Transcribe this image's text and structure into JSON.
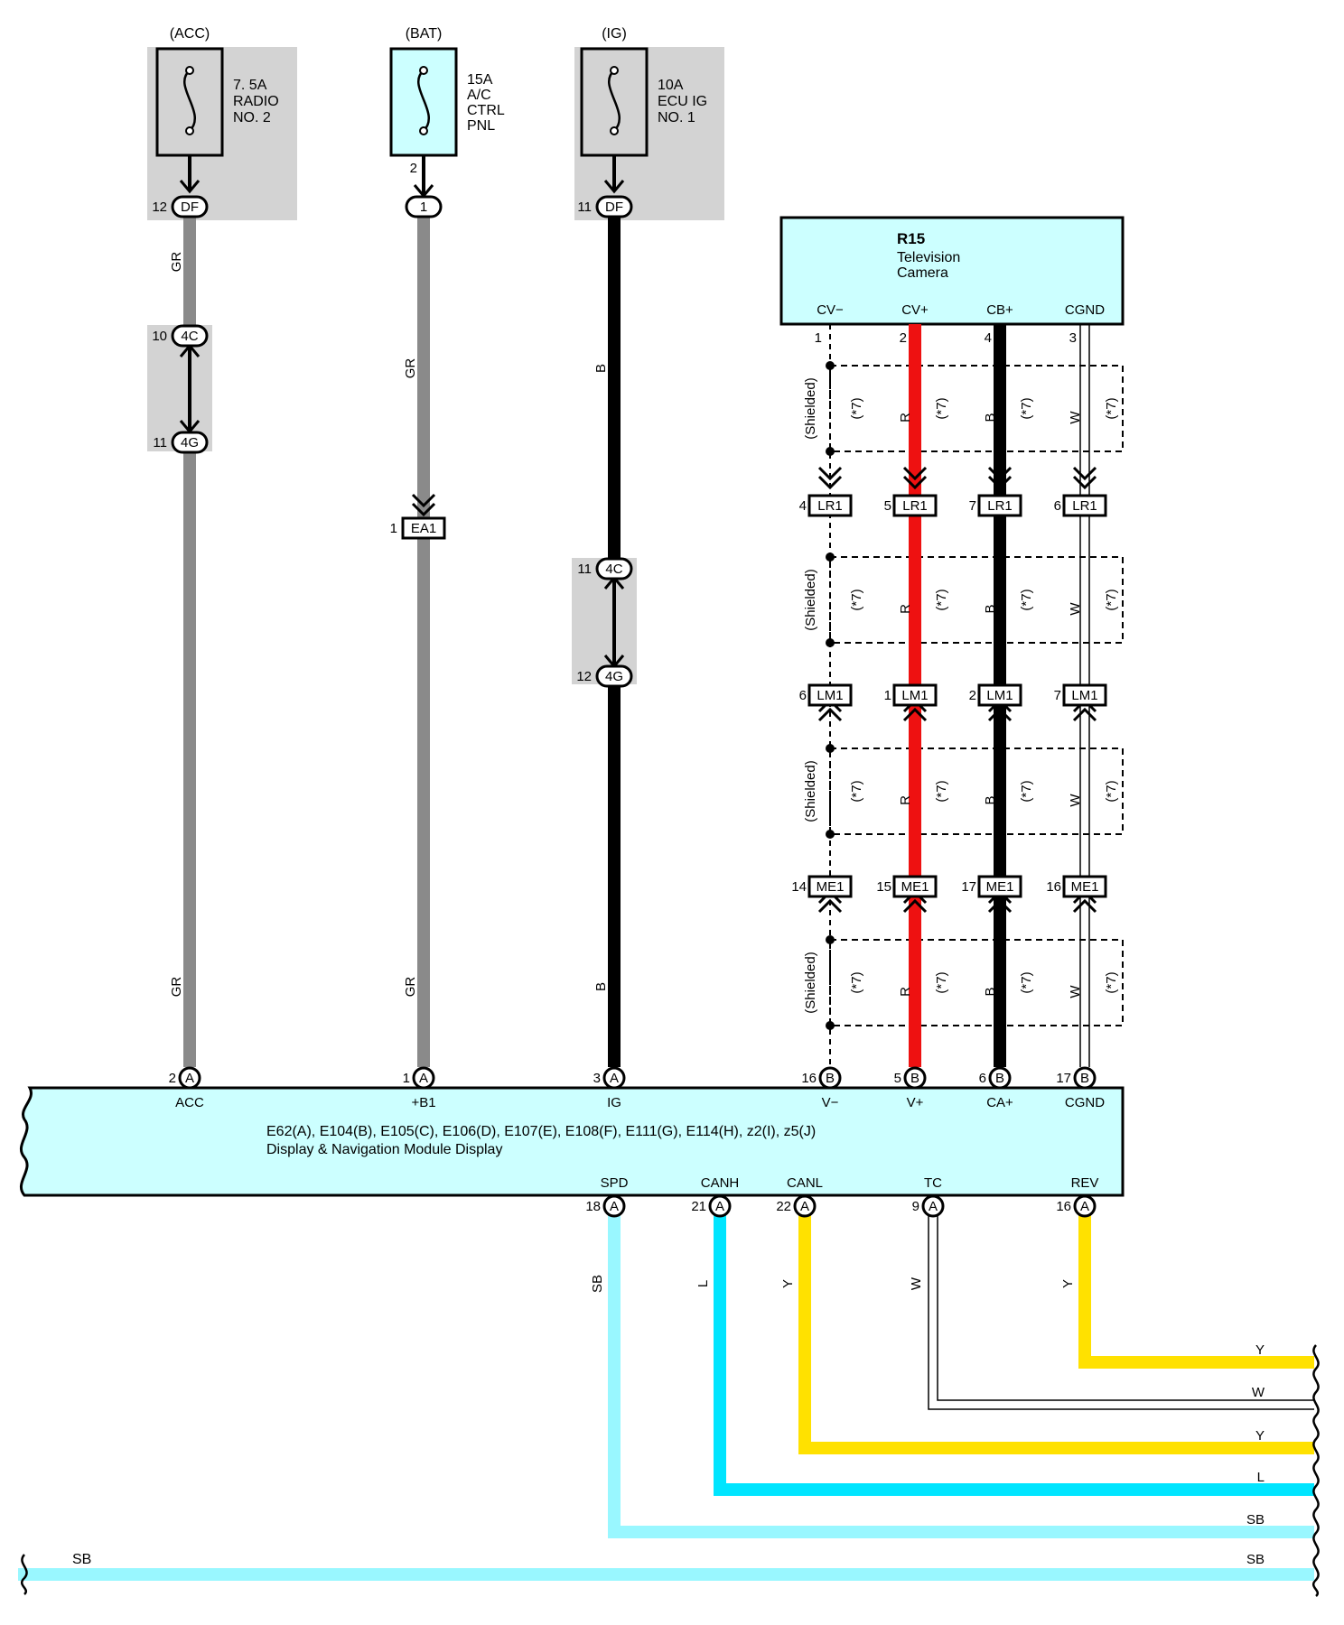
{
  "fuses": [
    {
      "id": "acc",
      "source": "(ACC)",
      "rating": "7. 5A",
      "name_lines": [
        "RADIO",
        "NO. 2"
      ],
      "out_pin": "12",
      "connector": "DF",
      "relay_box": true
    },
    {
      "id": "bat",
      "source": "(BAT)",
      "rating": "15A",
      "name_lines": [
        "A/C",
        "CTRL",
        "PNL"
      ],
      "out_pin": "2",
      "connector": "1",
      "relay_box": false
    },
    {
      "id": "ig",
      "source": "(IG)",
      "rating": "10A",
      "name_lines": [
        "ECU IG",
        "NO. 1"
      ],
      "out_pin": "11",
      "connector": "DF",
      "relay_box": true
    }
  ],
  "acc_wire": {
    "color": "GR",
    "junction": [
      {
        "pin": "10",
        "conn": "4C"
      },
      {
        "pin": "11",
        "conn": "4G"
      }
    ]
  },
  "bat_wire": {
    "color": "GR",
    "connector": {
      "pin": "1",
      "conn": "EA1"
    }
  },
  "ig_wire": {
    "color": "B",
    "junction": [
      {
        "pin": "11",
        "conn": "4C"
      },
      {
        "pin": "12",
        "conn": "4G"
      }
    ]
  },
  "camera": {
    "code": "R15",
    "name_lines": [
      "Television",
      "Camera"
    ],
    "terminals": [
      {
        "name": "CV−",
        "pin": "1",
        "wire": "",
        "conn_pins": [
          "4",
          "6",
          "14"
        ]
      },
      {
        "name": "CV+",
        "pin": "2",
        "wire": "R",
        "conn_pins": [
          "5",
          "1",
          "15"
        ]
      },
      {
        "name": "CB+",
        "pin": "4",
        "wire": "B",
        "conn_pins": [
          "7",
          "2",
          "17"
        ]
      },
      {
        "name": "CGND",
        "pin": "3",
        "wire": "W",
        "conn_pins": [
          "6",
          "7",
          "16"
        ]
      }
    ]
  },
  "shield_labels": {
    "shielded": "(Shielded)",
    "note": "(*7)"
  },
  "inline_connectors": [
    "LR1",
    "LM1",
    "ME1"
  ],
  "module": {
    "title": "E62(A), E104(B), E105(C), E106(D), E107(E), E108(F), E111(G), E114(H), z2(I), z5(J)",
    "subtitle": "Display & Navigation Module Display",
    "top_pins": [
      {
        "pin": "2",
        "conn": "A",
        "name": "ACC"
      },
      {
        "pin": "1",
        "conn": "A",
        "name": "+B1"
      },
      {
        "pin": "3",
        "conn": "A",
        "name": "IG"
      },
      {
        "pin": "16",
        "conn": "B",
        "name": "V−"
      },
      {
        "pin": "5",
        "conn": "B",
        "name": "V+"
      },
      {
        "pin": "6",
        "conn": "B",
        "name": "CA+"
      },
      {
        "pin": "17",
        "conn": "B",
        "name": "CGND"
      }
    ],
    "bottom_pins": [
      {
        "pin": "18",
        "conn": "A",
        "name": "SPD",
        "wire": "SB"
      },
      {
        "pin": "21",
        "conn": "A",
        "name": "CANH",
        "wire": "L"
      },
      {
        "pin": "22",
        "conn": "A",
        "name": "CANL",
        "wire": "Y"
      },
      {
        "pin": "9",
        "conn": "A",
        "name": "TC",
        "wire": "W"
      },
      {
        "pin": "16",
        "conn": "A",
        "name": "REV",
        "wire": "Y"
      }
    ]
  },
  "right_wire_labels": [
    "Y",
    "W",
    "Y",
    "L",
    "SB",
    "SB"
  ],
  "bottom_wire_left_label": "SB",
  "colors": {
    "GR": "#8a8a8a",
    "B": "#000000",
    "R": "#ee1111",
    "W": "#ffffff",
    "Y": "#ffe100",
    "L": "#00e5ff",
    "SB": "#99f7ff",
    "panel": "#ccffff",
    "relay": "#d3d3d3"
  }
}
